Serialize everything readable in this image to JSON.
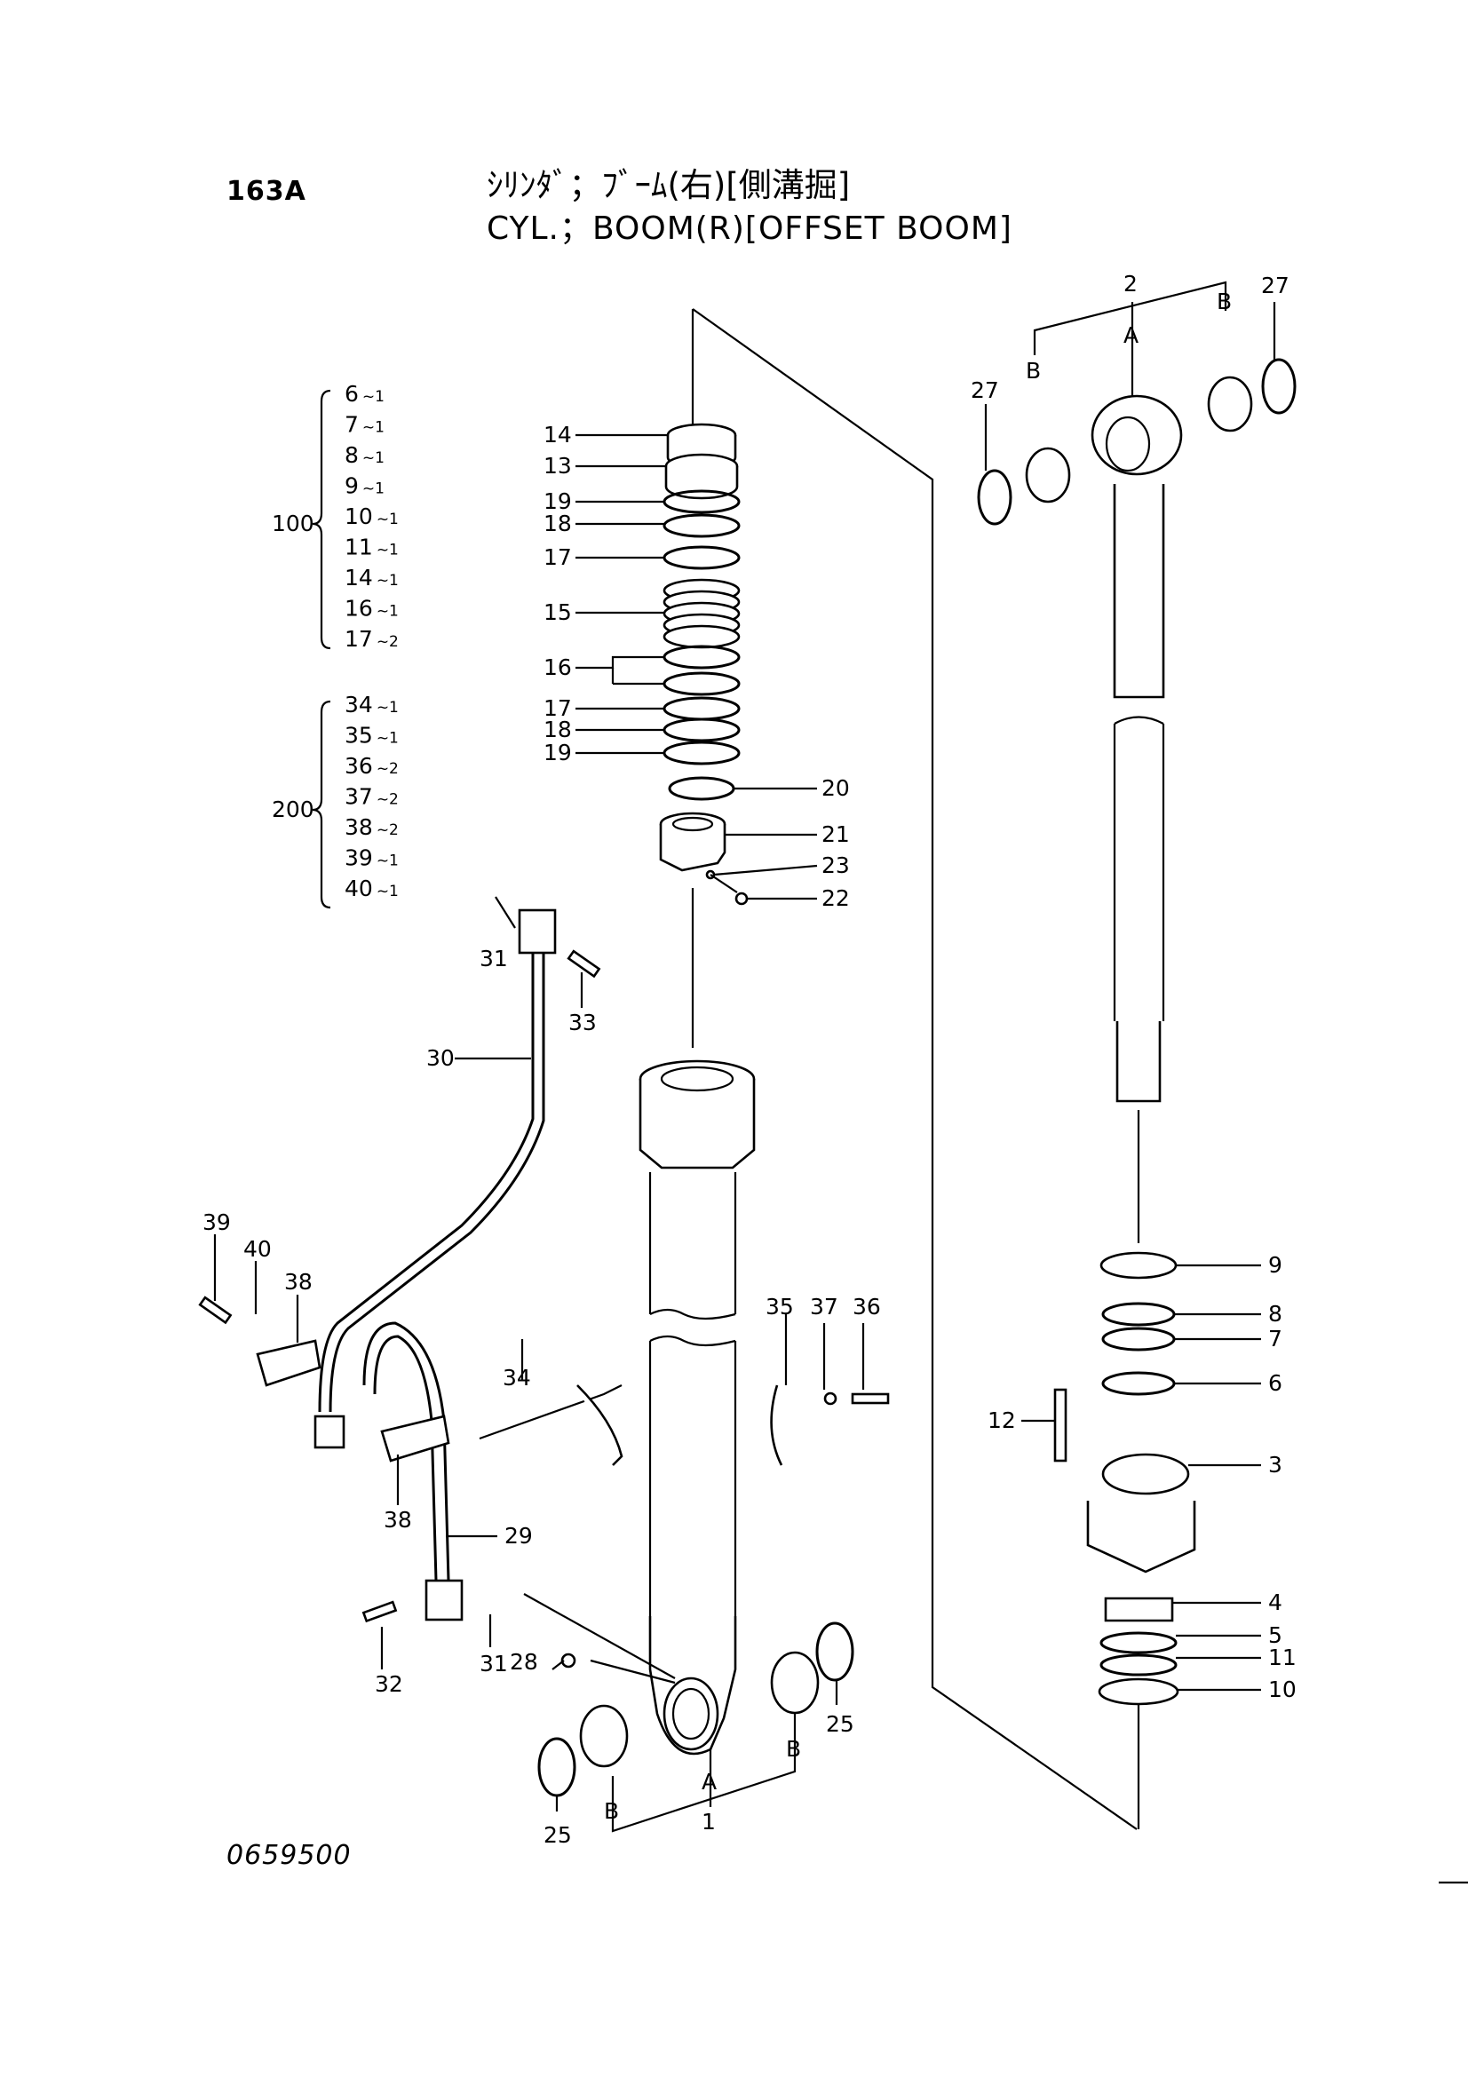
{
  "header": {
    "page_code": "163A",
    "title_jp": "ｼﾘﾝﾀﾞ；ﾌﾞｰﾑ(右)[側溝掘]",
    "title_en": "CYL.；BOOM(R)[OFFSET BOOM]"
  },
  "footer": {
    "drawing_no": "0659500"
  },
  "kits": [
    {
      "id": "100",
      "items": [
        {
          "part": "6",
          "qty": "~1"
        },
        {
          "part": "7",
          "qty": "~1"
        },
        {
          "part": "8",
          "qty": "~1"
        },
        {
          "part": "9",
          "qty": "~1"
        },
        {
          "part": "10",
          "qty": "~1"
        },
        {
          "part": "11",
          "qty": "~1"
        },
        {
          "part": "14",
          "qty": "~1"
        },
        {
          "part": "16",
          "qty": "~1"
        },
        {
          "part": "17",
          "qty": "~2"
        }
      ]
    },
    {
      "id": "200",
      "items": [
        {
          "part": "34",
          "qty": "~1"
        },
        {
          "part": "35",
          "qty": "~1"
        },
        {
          "part": "36",
          "qty": "~2"
        },
        {
          "part": "37",
          "qty": "~2"
        },
        {
          "part": "38",
          "qty": "~2"
        },
        {
          "part": "39",
          "qty": "~1"
        },
        {
          "part": "40",
          "qty": "~1"
        }
      ]
    }
  ],
  "callouts": {
    "c14": "14",
    "c13": "13",
    "c19a": "19",
    "c18a": "18",
    "c17a": "17",
    "c15": "15",
    "c16": "16",
    "c17b": "17",
    "c18b": "18",
    "c19b": "19",
    "c20": "20",
    "c21": "21",
    "c23": "23",
    "c22": "22",
    "c31a": "31",
    "c33": "33",
    "c30": "30",
    "c39": "39",
    "c40": "40",
    "c38a": "38",
    "c35": "35",
    "c37": "37",
    "c36": "36",
    "c34": "34",
    "c38b": "38",
    "c29": "29",
    "c32": "32",
    "c31b": "31",
    "c28": "28",
    "c25a": "25",
    "c25b": "25",
    "c1": "1",
    "cA1": "A",
    "cB1a": "B",
    "cB1b": "B",
    "c2": "2",
    "c27a": "27",
    "c27b": "27",
    "cA2": "A",
    "cB2a": "B",
    "cB2b": "B",
    "c9": "9",
    "c8": "8",
    "c7": "7",
    "c6": "6",
    "c12": "12",
    "c3": "3",
    "c4": "4",
    "c5": "5",
    "c11": "11",
    "c10": "10"
  }
}
